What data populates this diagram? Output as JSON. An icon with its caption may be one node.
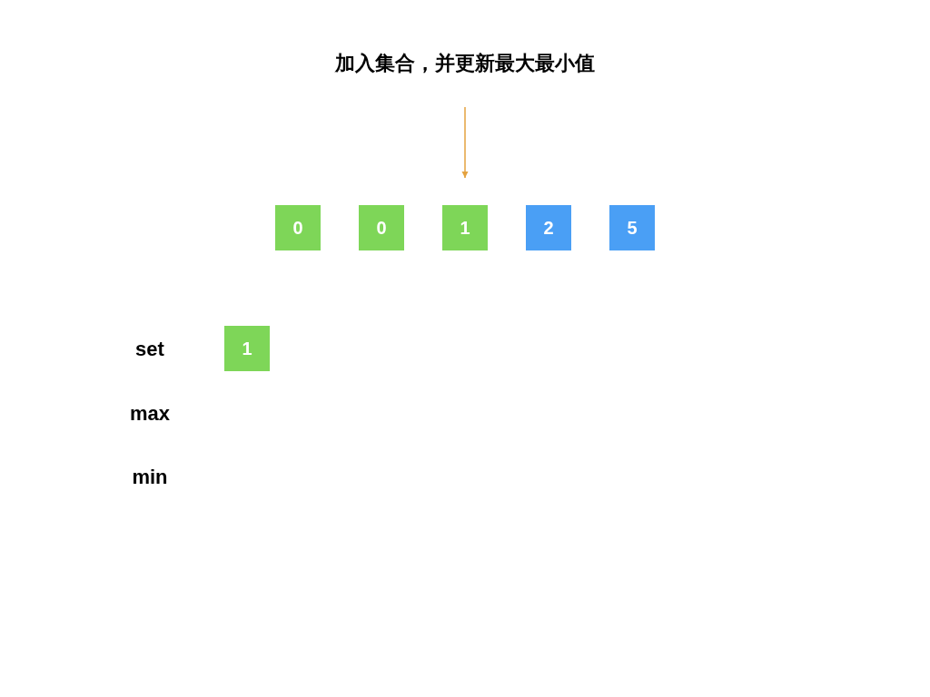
{
  "diagram": {
    "title": "加入集合，并更新最大最小值",
    "nodes": [
      {
        "text": [
          "0"
        ]
      },
      {
        "text": [
          "0"
        ]
      },
      {
        "text": [
          "1"
        ]
      },
      {
        "text": [
          "2"
        ]
      },
      {
        "text": [
          "5"
        ]
      },
      {
        "text": [
          "1"
        ]
      }
    ],
    "edges": [
      {
        "from": null,
        "to": 2,
        "arrow": "to",
        "color": "#e4a23f"
      }
    ],
    "labels": [
      "set",
      "max",
      "min"
    ]
  }
}
